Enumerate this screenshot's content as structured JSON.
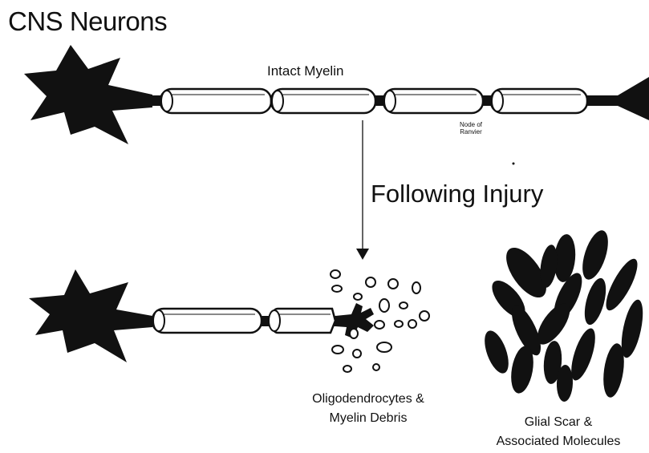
{
  "title": "CNS Neurons",
  "labels": {
    "intact_myelin": "Intact Myelin",
    "node_of_ranvier_line1": "Node of",
    "node_of_ranvier_line2": "Ranvier",
    "following_injury": "Following Injury",
    "debris_line1": "Oligodendrocytes &",
    "debris_line2": "Myelin Debris",
    "scar_line1": "Glial Scar &",
    "scar_line2": "Associated Molecules"
  },
  "colors": {
    "ink": "#111111",
    "myelin_fill": "#ffffff",
    "background": "#ffffff"
  }
}
